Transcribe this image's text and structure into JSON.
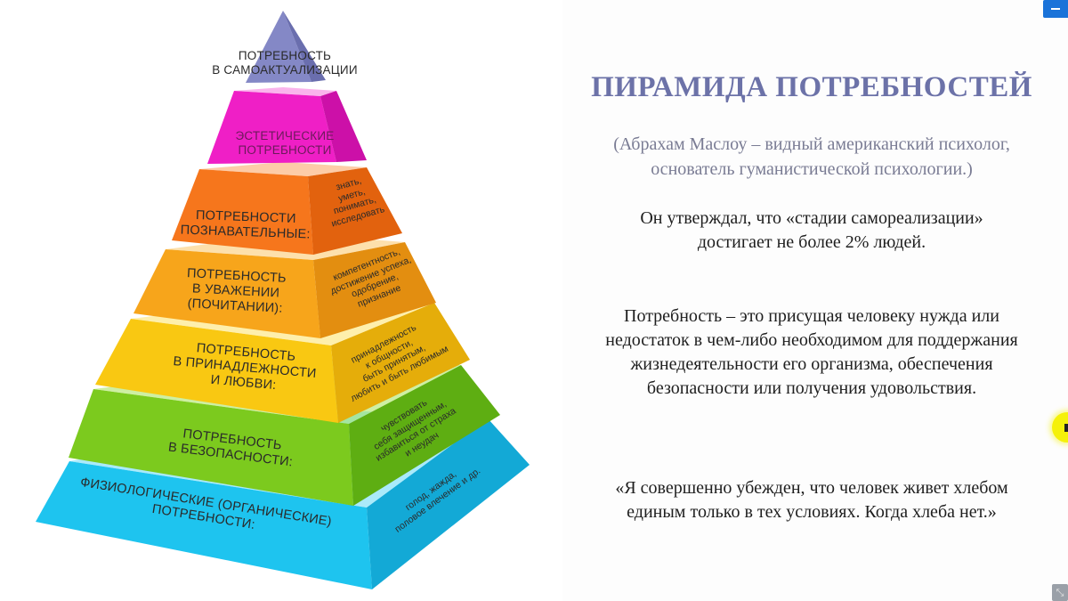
{
  "slide": {
    "title": "ПИРАМИДА ПОТРЕБНОСТЕЙ",
    "subtitle": "(Абрахам Маслоу – видный американский психолог,\nоснователь гуманистической психологии.)",
    "paragraphs": [
      "Он утверждал, что «стадии самореализации»\nдостигает не более 2% людей.",
      "Потребность – это присущая человеку нужда или\nнедостаток в чем-либо необходимом для поддержания\nжизнедеятельности его организма, обеспечения\nбезопасности или получения удовольствия.",
      "«Я совершенно убежден, что человек живет хлебом\nединым только в тех условиях. Когда хлеба нет.»"
    ],
    "title_color": "#6c72a8"
  },
  "pyramid": {
    "tiers": [
      {
        "label": "ПОТРЕБНОСТЬ\nВ САМОАКТУАЛИЗАЦИИ",
        "side": "",
        "color": "#8488c6"
      },
      {
        "label": "ЭСТЕТИЧЕСКИЕ\nПОТРЕБНОСТИ",
        "side": "",
        "color": "#ef1fc6"
      },
      {
        "label": "ПОТРЕБНОСТИ\nПОЗНАВАТЕЛЬНЫЕ:",
        "side": "знать,\nуметь,\nпонимать,\nисследовать",
        "color": "#f6761c"
      },
      {
        "label": "ПОТРЕБНОСТЬ\nВ УВАЖЕНИИ\n(ПОЧИТАНИИ):",
        "side": "компетентность,\nдостижение успеха,\nодобрение,\nпризнание",
        "color": "#f7a51b"
      },
      {
        "label": "ПОТРЕБНОСТЬ\nВ ПРИНАДЛЕЖНОСТИ\nИ ЛЮБВИ:",
        "side": "принадлежность\nк общности,\nбыть принятым,\nлюбить и быть любимым",
        "color": "#f9c812"
      },
      {
        "label": "ПОТРЕБНОСТЬ\nВ БЕЗОПАСНОСТИ:",
        "side": "чувствовать\nсебя защищенным,\nизбавиться от страха\nи неудач",
        "color": "#7cca1e"
      },
      {
        "label": "ФИЗИОЛОГИЧЕСКИЕ (ОРГАНИЧЕСКИЕ)\nПОТРЕБНОСТИ:",
        "side": "голод, жажда,\nполовое влечение и др.",
        "color": "#1ec4ef"
      }
    ]
  },
  "controls": {
    "minimize_icon": "minus-icon",
    "fullscreen_icon": "⤡"
  }
}
